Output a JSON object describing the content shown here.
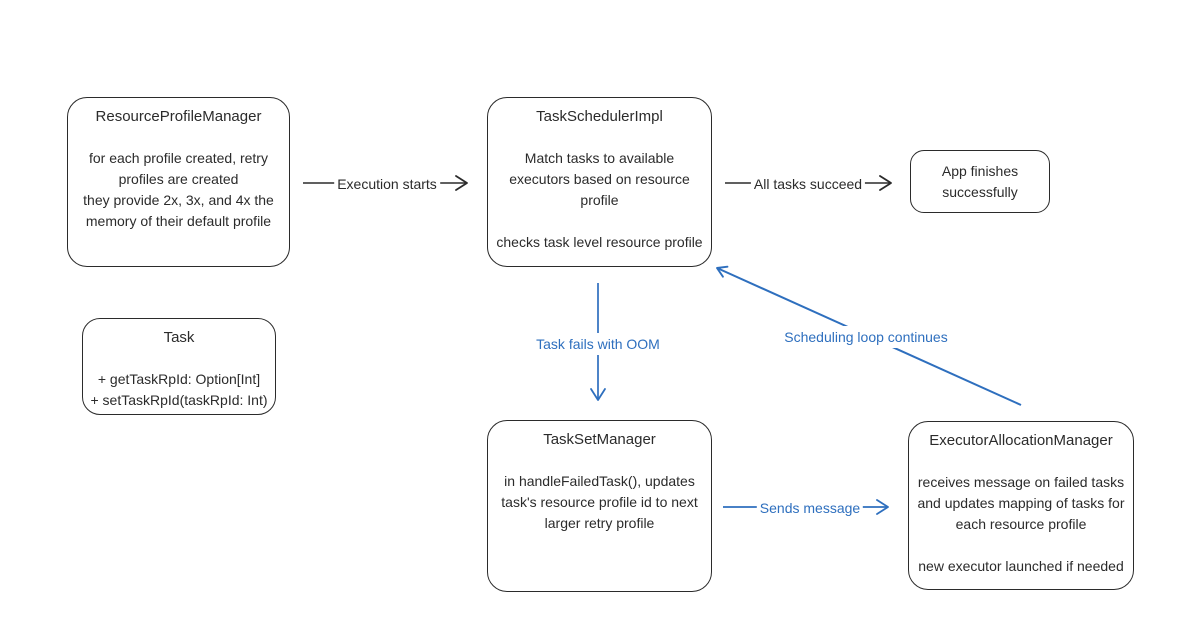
{
  "palette": {
    "background": "#ffffff",
    "ink": "#2b2b2b",
    "accent_blue": "#2e6fbe"
  },
  "nodes": {
    "resource_profile_manager": {
      "title": "ResourceProfileManager",
      "body": "for each profile created, retry\nprofiles are created\nthey provide 2x, 3x, and 4x the\nmemory of their default profile"
    },
    "task_scheduler_impl": {
      "title": "TaskSchedulerImpl",
      "body": "Match tasks to available\nexecutors based on resource\nprofile\n\nchecks task level resource profile"
    },
    "app_finishes": {
      "body": "App finishes\nsuccessfully"
    },
    "task": {
      "title": "Task",
      "body": "+ getTaskRpId: Option[Int]\n+ setTaskRpId(taskRpId: Int)"
    },
    "task_set_manager": {
      "title": "TaskSetManager",
      "body": "in handleFailedTask(), updates\ntask's resource profile id to next\nlarger retry profile"
    },
    "executor_allocation_manager": {
      "title": "ExecutorAllocationManager",
      "body": "receives message on failed tasks\nand updates mapping of tasks for\neach resource profile\n\nnew executor launched if needed"
    }
  },
  "edges": {
    "execution_starts": {
      "label": "Execution starts"
    },
    "all_tasks_succeed": {
      "label": "All tasks succeed"
    },
    "task_fails_oom": {
      "label": "Task fails with OOM"
    },
    "sends_message": {
      "label": "Sends message"
    },
    "scheduling_loop": {
      "label": "Scheduling loop continues"
    }
  }
}
